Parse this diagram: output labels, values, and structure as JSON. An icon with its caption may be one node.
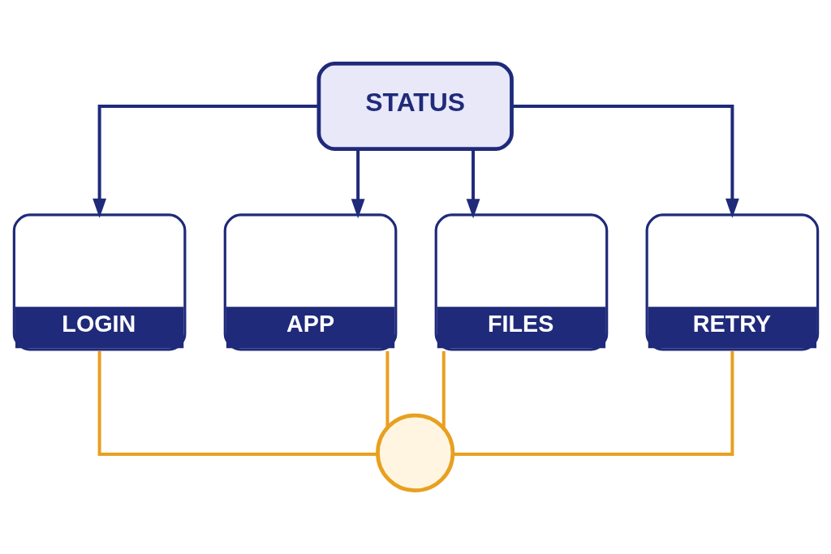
{
  "diagram": {
    "nodes": [
      {
        "text": [
          "STATUS"
        ]
      },
      {
        "text": [
          "LOGIN"
        ]
      },
      {
        "text": [
          "APP"
        ]
      },
      {
        "text": [
          "FILES"
        ]
      },
      {
        "text": [
          "RETRY"
        ]
      },
      {
        "text": [],
        "shape": "circle"
      }
    ],
    "edges": [
      {
        "from": 0,
        "to": 1,
        "arrow": "to",
        "color": "#1f2a7a"
      },
      {
        "from": 0,
        "to": 2,
        "arrow": "to",
        "color": "#1f2a7a"
      },
      {
        "from": 0,
        "to": 3,
        "arrow": "to",
        "color": "#1f2a7a"
      },
      {
        "from": 0,
        "to": 4,
        "arrow": "to",
        "color": "#1f2a7a"
      },
      {
        "from": 1,
        "to": 5,
        "arrow": "none",
        "color": "#e8a020"
      },
      {
        "from": 2,
        "to": 5,
        "arrow": "none",
        "color": "#e8a020"
      },
      {
        "from": 3,
        "to": 5,
        "arrow": "none",
        "color": "#e8a020"
      },
      {
        "from": 4,
        "to": 5,
        "arrow": "none",
        "color": "#e8a020"
      }
    ]
  }
}
